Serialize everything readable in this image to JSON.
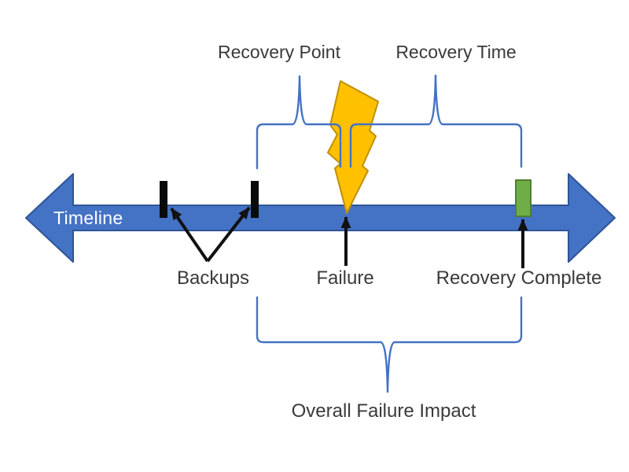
{
  "diagram": {
    "labels": {
      "timeline": "Timeline",
      "recovery_point": "Recovery Point",
      "recovery_time": "Recovery Time",
      "backups": "Backups",
      "failure": "Failure",
      "recovery_complete": "Recovery Complete",
      "overall_failure_impact": "Overall Failure Impact"
    },
    "colors": {
      "timeline_fill": "#4472C4",
      "timeline_border": "#2F5597",
      "brace_stroke": "#4472C4",
      "bolt_fill": "#FFC000",
      "bolt_border": "#BF9000",
      "recovery_marker_fill": "#70AD47",
      "recovery_marker_border": "#507E32",
      "backup_tick_fill": "#0A0A0A",
      "pointer_arrow": "#111111",
      "label_text": "#3A3A3A",
      "timeline_text": "#FFFFFF",
      "background": "#FFFFFF"
    }
  }
}
